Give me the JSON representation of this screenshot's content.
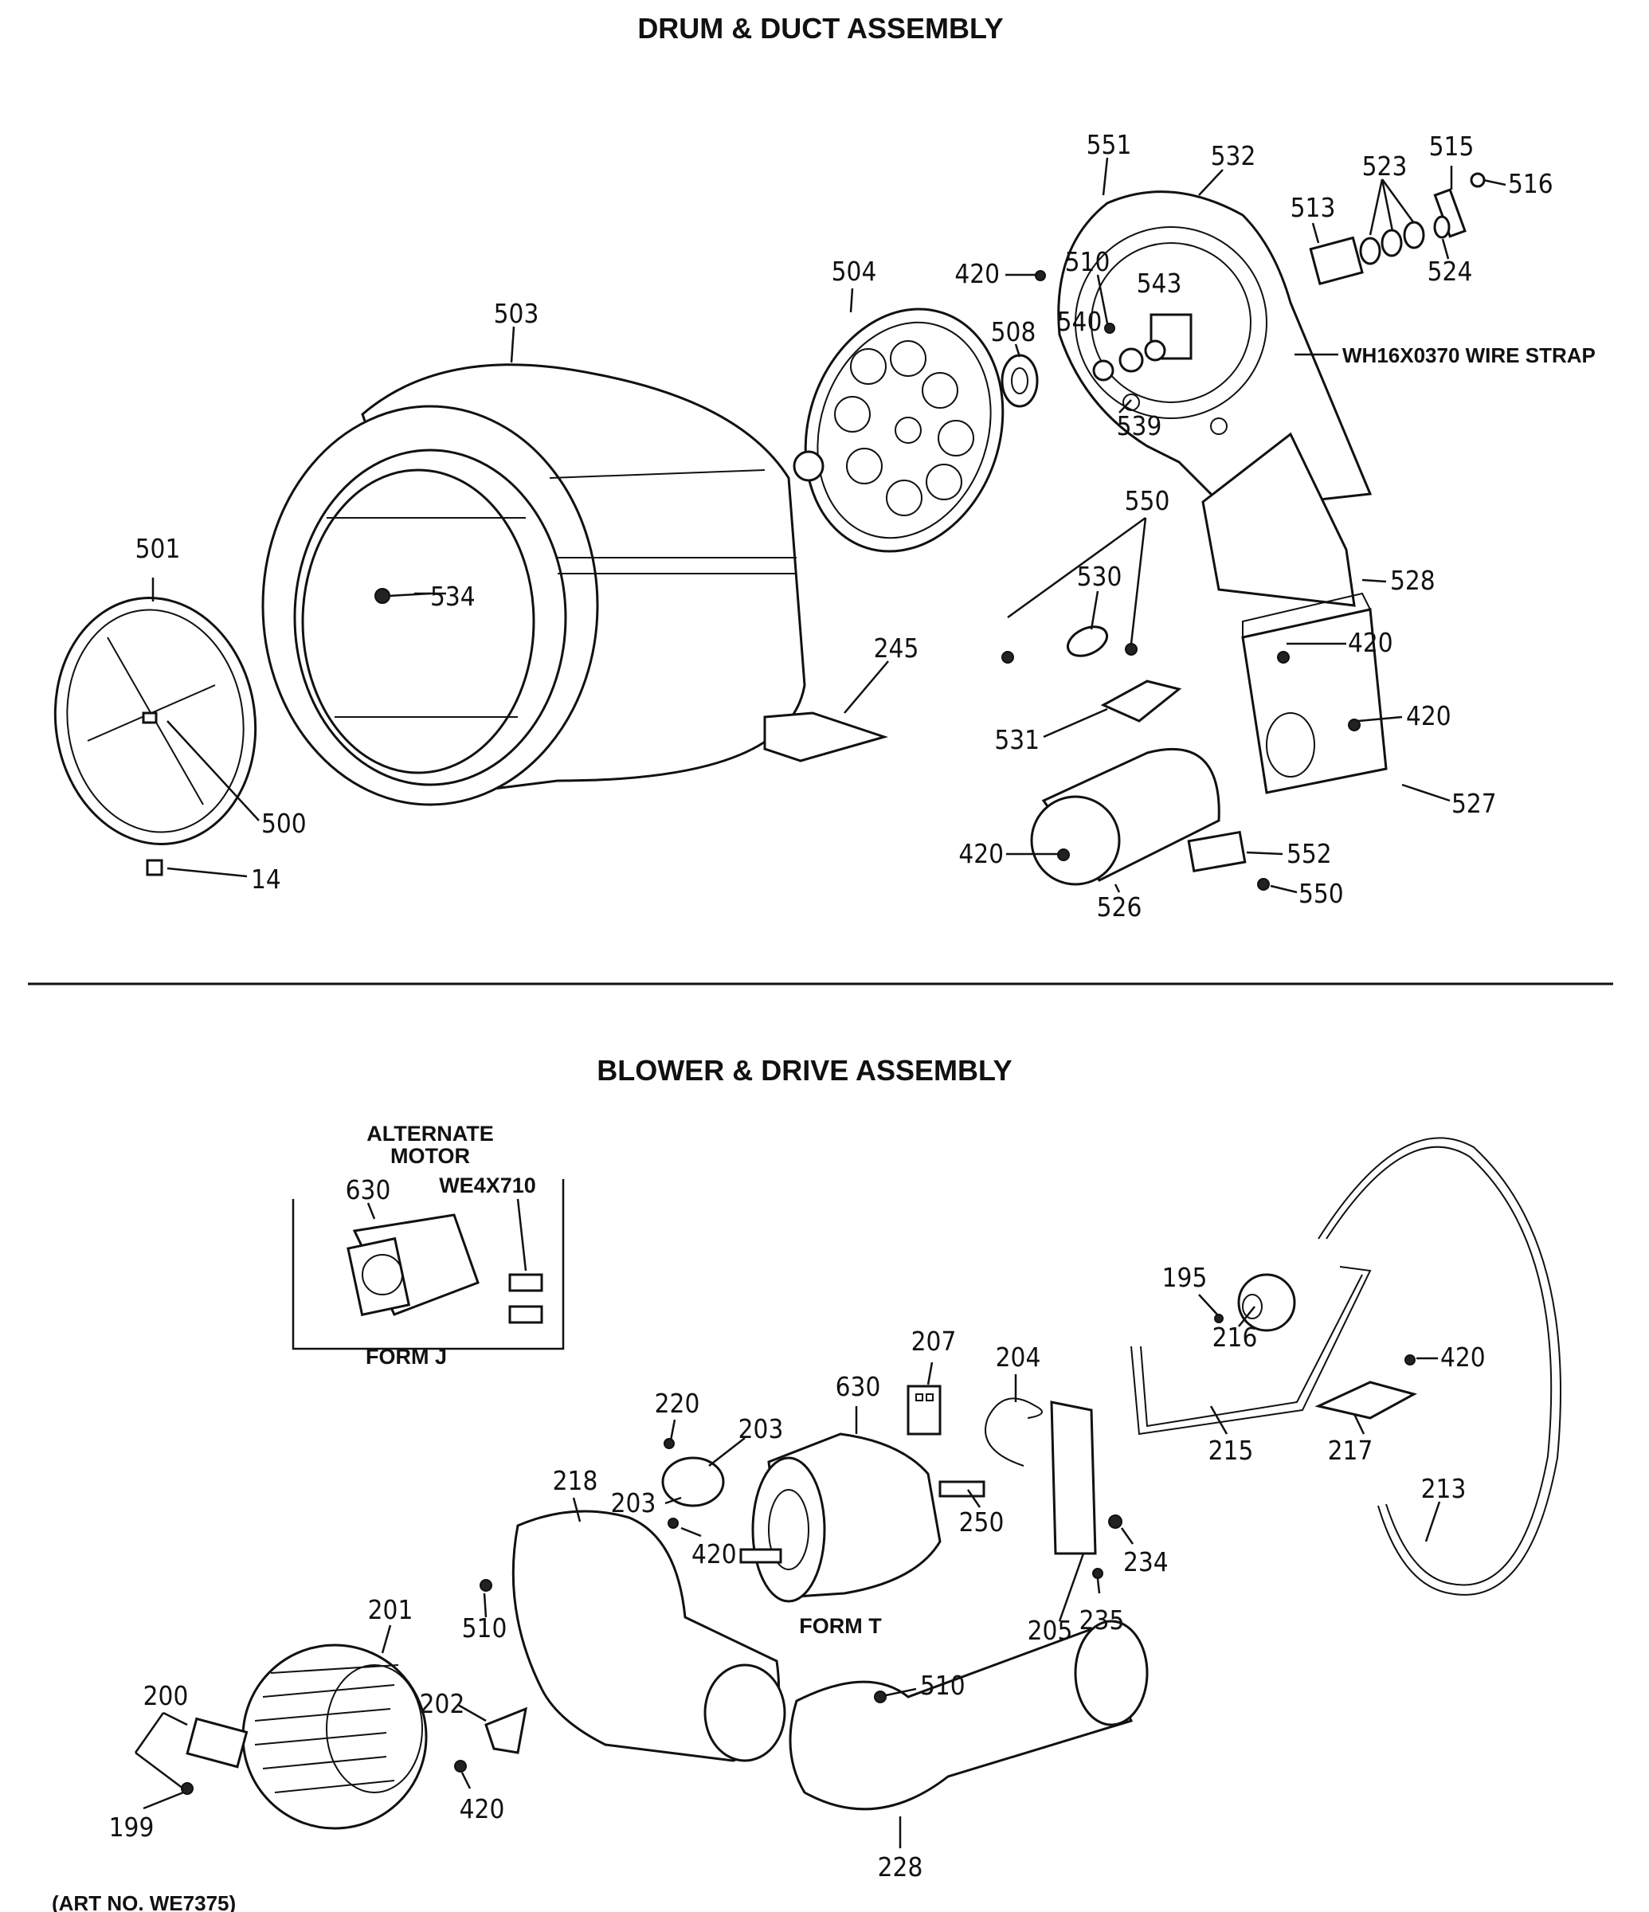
{
  "sections": {
    "top_title": "DRUM & DUCT ASSEMBLY",
    "bottom_title": "BLOWER & DRIVE ASSEMBLY"
  },
  "alternate_motor": {
    "heading_line1": "ALTERNATE",
    "heading_line2": "MOTOR",
    "part_630": "630",
    "part_code": "WE4X710",
    "form_label": "FORM J"
  },
  "form_t_label": "FORM T",
  "wire_strap_note": "WH16X0370 WIRE STRAP",
  "art_no": "(ART NO. WE7375)",
  "drum_labels": {
    "p503": "503",
    "p504": "504",
    "p551": "551",
    "p532": "532",
    "p523": "523",
    "p515": "515",
    "p516": "516",
    "p513": "513",
    "p524": "524",
    "p420a": "420",
    "p510": "510",
    "p543": "543",
    "p508": "508",
    "p540": "540",
    "p539": "539",
    "p550a": "550",
    "p530": "530",
    "p528": "528",
    "p501": "501",
    "p534": "534",
    "p245": "245",
    "p420b": "420",
    "p420c": "420",
    "p531": "531",
    "p527": "527",
    "p500": "500",
    "p14": "14",
    "p420d": "420",
    "p552": "552",
    "p550b": "550",
    "p526": "526"
  },
  "blower_labels": {
    "p207": "207",
    "p630": "630",
    "p204": "204",
    "p195": "195",
    "p216": "216",
    "p420a": "420",
    "p220": "220",
    "p203a": "203",
    "p203b": "203",
    "p218": "218",
    "p420b": "420",
    "p250": "250",
    "p215": "215",
    "p217": "217",
    "p213": "213",
    "p201": "201",
    "p510a": "510",
    "p234": "234",
    "p205": "205",
    "p235": "235",
    "p200": "200",
    "p202": "202",
    "p510b": "510",
    "p420c": "420",
    "p199": "199",
    "p228": "228"
  }
}
